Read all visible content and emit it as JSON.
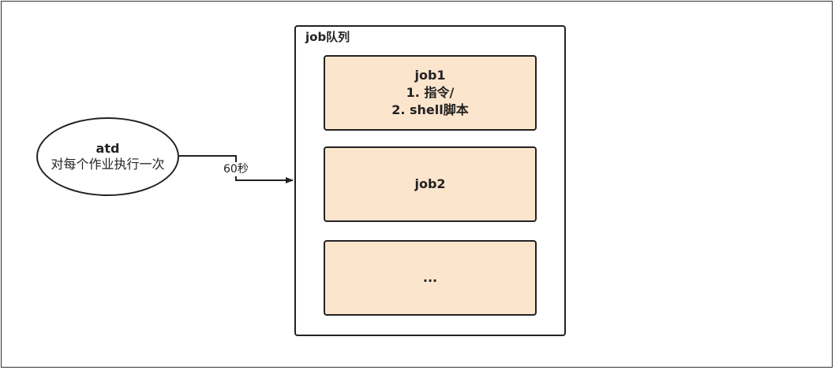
{
  "atd": {
    "title": "atd",
    "description": "对每个作业执行一次"
  },
  "connector": {
    "label": "60秒"
  },
  "queue": {
    "title": "job队列",
    "jobs": [
      {
        "name": "job1",
        "lines": [
          "1. 指令/",
          "2. shell脚本"
        ]
      },
      {
        "name": "job2",
        "lines": []
      },
      {
        "name": "...",
        "lines": []
      }
    ]
  },
  "colors": {
    "job_fill": "#fce5cd",
    "stroke": "#222222",
    "background": "#ffffff"
  }
}
